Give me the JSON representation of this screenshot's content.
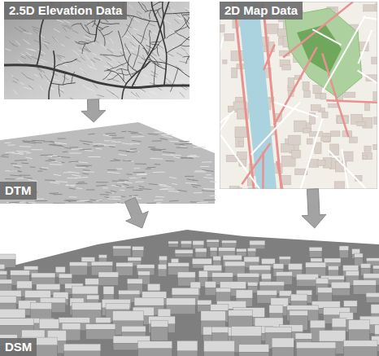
{
  "diagram": {
    "nodes": [
      {
        "text": [
          "2.5D Elevation Data"
        ]
      },
      {
        "text": [
          "2D Map Data"
        ]
      },
      {
        "text": [
          "DTM"
        ]
      },
      {
        "text": [
          "DSM"
        ]
      }
    ],
    "edges": [
      {
        "from": 0,
        "to": 2,
        "arrow": "to"
      },
      {
        "from": 2,
        "to": 3,
        "arrow": "to"
      },
      {
        "from": 1,
        "to": 3,
        "arrow": "to"
      }
    ]
  }
}
